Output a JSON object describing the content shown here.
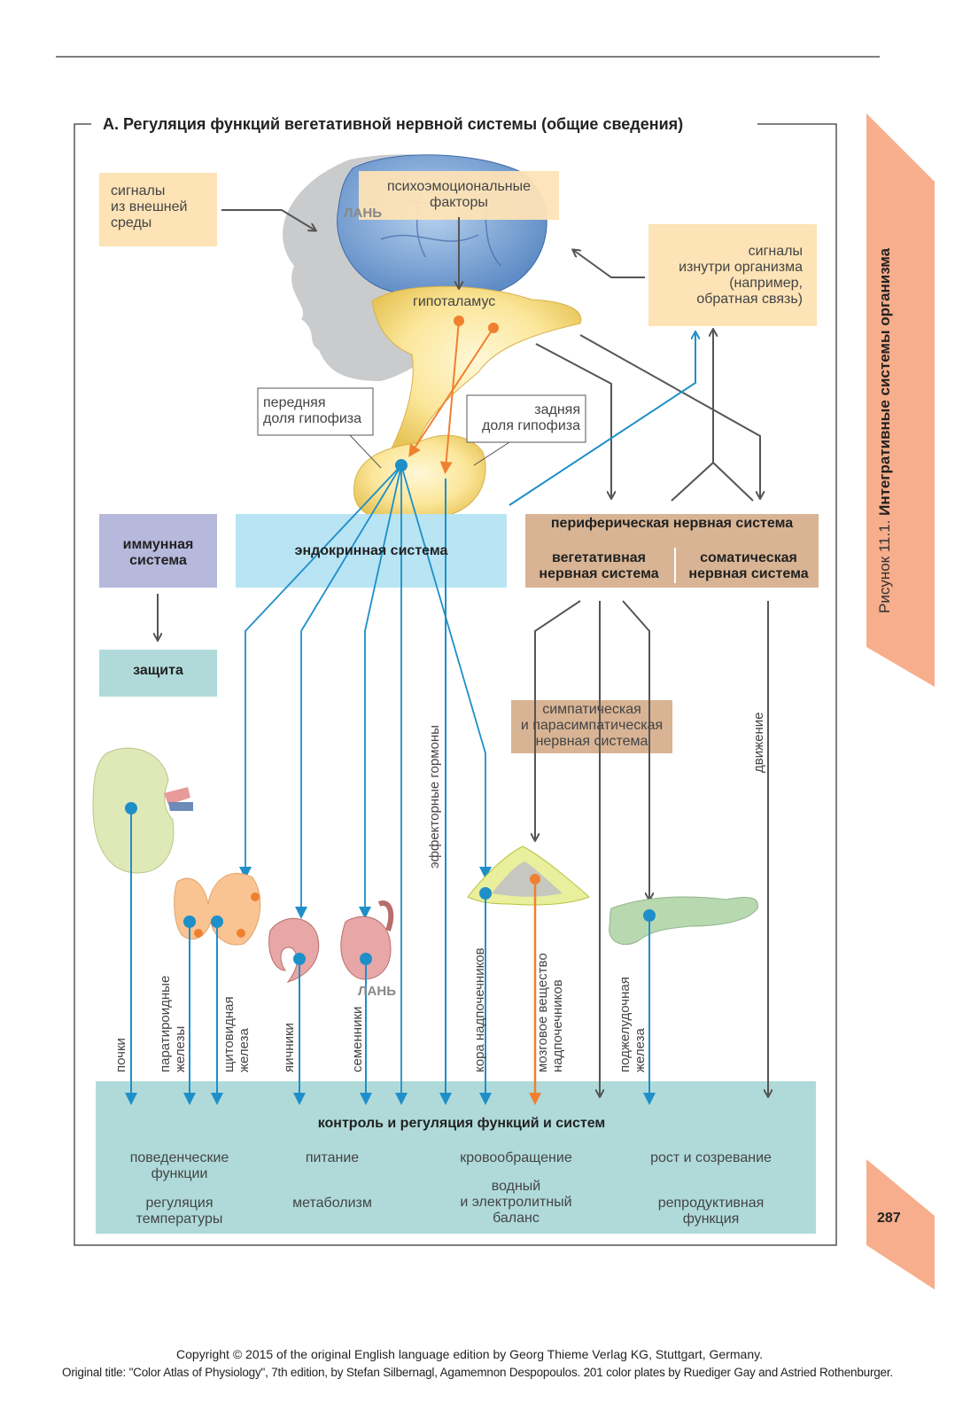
{
  "figure": {
    "title": "А. Регуляция функций вегетативной нервной системы (общие сведения)",
    "side_tab": {
      "prefix": "Рисунок 11.1.",
      "title": "Интегративные системы организма"
    },
    "page_number": "287",
    "watermark": "ЛАНЬ"
  },
  "inputs": {
    "external": [
      "сигналы",
      "из внешней",
      "среды"
    ],
    "psycho": [
      "психоэмоциональные",
      "факторы"
    ],
    "internal": [
      "сигналы",
      "изнутри организма",
      "(например,",
      "обратная связь)"
    ]
  },
  "brain": {
    "hypothalamus": "гипоталамус",
    "anterior": [
      "передняя",
      "доля гипофиза"
    ],
    "posterior": [
      "задняя",
      "доля гипофиза"
    ]
  },
  "systems": {
    "immune": [
      "иммунная",
      "система"
    ],
    "endocrine": "эндокринная система",
    "peripheral": "периферическая нервная система",
    "autonomic": [
      "вегетативная",
      "нервная система"
    ],
    "somatic": [
      "соматическая",
      "нервная система"
    ],
    "protection": "защита",
    "sympathetic": [
      "симпатическая",
      "и парасимпатическая",
      "нервная система"
    ],
    "effector_hormones": "эффекторные гормоны",
    "movement": "движение"
  },
  "organs": {
    "kidneys": [
      "почки"
    ],
    "parathyroid": [
      "паратироидные",
      "железы"
    ],
    "thyroid": [
      "щитовидная",
      "железа"
    ],
    "ovaries": [
      "яичники"
    ],
    "testes": [
      "семенники"
    ],
    "adrenal_cortex": [
      "кора надпочечников"
    ],
    "adrenal_medulla": [
      "мозговое вещество",
      "надпочечников"
    ],
    "pancreas": [
      "поджелудочная",
      "железа"
    ]
  },
  "control": {
    "title": "контроль и регуляция функций и систем",
    "behavioral": [
      "поведенческие",
      "функции"
    ],
    "nutrition": "питание",
    "circulation": "кровообращение",
    "growth": "рост и созревание",
    "thermo": [
      "регуляция",
      "температуры"
    ],
    "metabolism": "метаболизм",
    "water": [
      "водный",
      "и электролитный",
      "баланс"
    ],
    "reproductive": [
      "репродуктивная",
      "функция"
    ]
  },
  "footer": {
    "line1": "Copyright © 2015 of the original English language edition by Georg Thieme Verlag KG, Stuttgart, Germany.",
    "line2": "Original title: \"Color Atlas of Physiology\", 7th edition, by Stefan Silbernagl, Agamemnon Despopoulos. 201 color plates by Ruediger Gay and Astried Rothenburger."
  },
  "colors": {
    "blue_arrow": "#1e8fc9",
    "orange_arrow": "#f08030",
    "gray_arrow": "#555555",
    "endocrine_bg": "#b8e4f4",
    "immune_bg": "#b6b8dc",
    "peripheral_bg": "#d8b494",
    "protection_bg": "#b0dada",
    "control_bg": "#b0dada",
    "input_bg": "#fde3b6",
    "tab_bg": "#f7ae8c"
  }
}
